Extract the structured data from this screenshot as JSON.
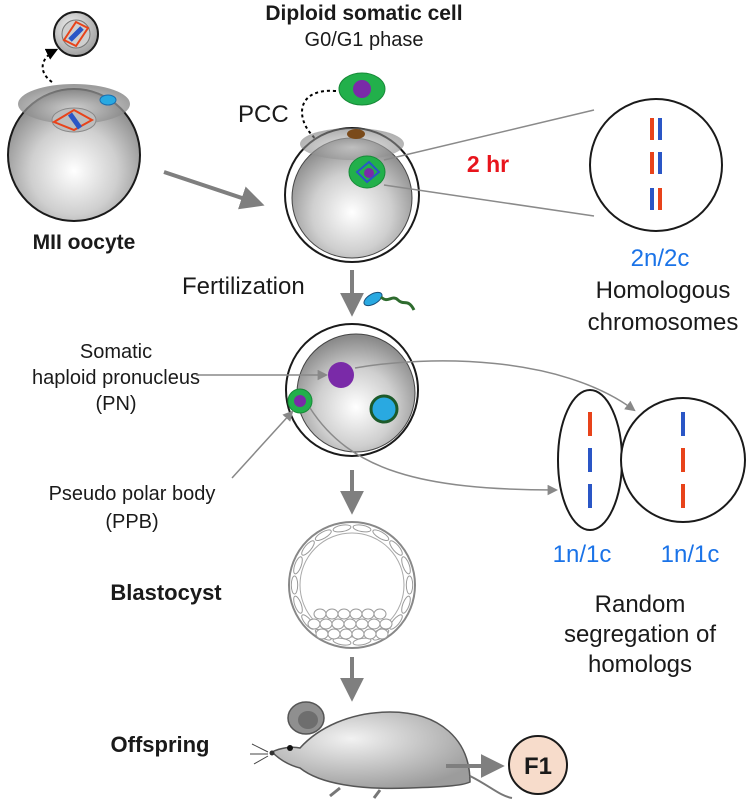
{
  "labels": {
    "diploid_title": "Diploid somatic cell",
    "phase": "G0/G1 phase",
    "pcc": "PCC",
    "time": "2 hr",
    "mii_oocyte": "MII oocyte",
    "fertilization": "Fertilization",
    "ploidy_top": "2n/2c",
    "homologous_line1": "Homologous",
    "homologous_line2": "chromosomes",
    "somatic_line1": "Somatic",
    "somatic_line2": "haploid pronucleus",
    "somatic_line3": "(PN)",
    "pseudo_line1": "Pseudo polar body",
    "pseudo_line2": "(PPB)",
    "blastocyst": "Blastocyst",
    "ploidy_left": "1n/1c",
    "ploidy_right": "1n/1c",
    "random_line1": "Random",
    "random_line2": "segregation of",
    "random_line3": "homologs",
    "offspring": "Offspring",
    "f1": "F1"
  },
  "colors": {
    "red": "#e8431a",
    "blue": "#2a56c6",
    "ploidy_blue": "#1a73e8",
    "time_red": "#e8141c",
    "green": "#22b04b",
    "purple": "#7a2aa8",
    "cyan": "#29a9e1",
    "arrow_gray": "#7f7f7f",
    "f1_fill": "#f7dccb"
  }
}
